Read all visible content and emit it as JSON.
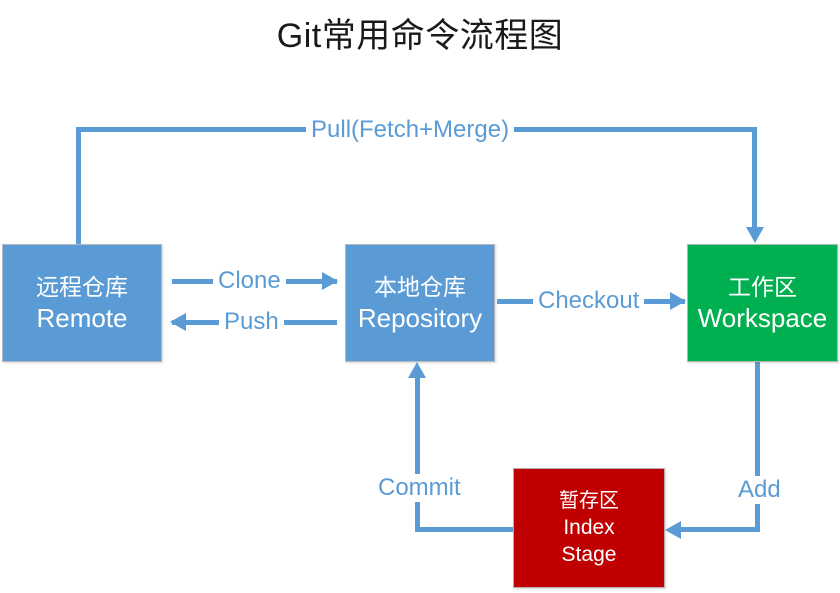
{
  "title": "Git常用命令流程图",
  "colors": {
    "blue": "#5B9BD5",
    "green": "#00B050",
    "red": "#C00000",
    "title_text": "#1A1A1A",
    "node_text": "#FFFFFF"
  },
  "nodes": [
    {
      "id": "remote",
      "cn": "远程仓库",
      "en": "Remote",
      "color": "#5B9BD5"
    },
    {
      "id": "repository",
      "cn": "本地仓库",
      "en": "Repository",
      "color": "#5B9BD5"
    },
    {
      "id": "workspace",
      "cn": "工作区",
      "en": "Workspace",
      "color": "#00B050"
    },
    {
      "id": "index",
      "cn": "暂存区",
      "en": "Index",
      "en2": "Stage",
      "color": "#C00000"
    }
  ],
  "edges": [
    {
      "id": "pull",
      "label": "Pull(Fetch+Merge)",
      "from": "remote",
      "to": "workspace"
    },
    {
      "id": "clone",
      "label": "Clone",
      "from": "remote",
      "to": "repository"
    },
    {
      "id": "push",
      "label": "Push",
      "from": "repository",
      "to": "remote"
    },
    {
      "id": "checkout",
      "label": "Checkout",
      "from": "repository",
      "to": "workspace"
    },
    {
      "id": "add",
      "label": "Add",
      "from": "workspace",
      "to": "index"
    },
    {
      "id": "commit",
      "label": "Commit",
      "from": "index",
      "to": "repository"
    }
  ]
}
